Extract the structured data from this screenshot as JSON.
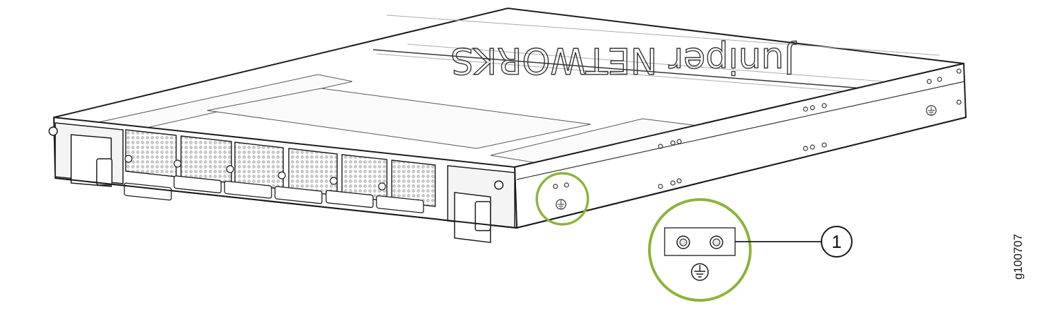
{
  "figure": {
    "id": "g100707",
    "brand_logo": "Juniper NETWORKS",
    "callouts": [
      {
        "number": "1",
        "target": "grounding point (two-hole lug)"
      }
    ]
  },
  "colors": {
    "outline": "#1a1a1a",
    "chassis_fill": "#ffffff",
    "grid_fill": "#d9d9d9",
    "highlight_ring": "#8db33a",
    "panel_fill": "#f4f4f4"
  },
  "icons": [
    "ground-symbol-icon",
    "screw-icon",
    "power-supply-icon",
    "fan-module-icon"
  ]
}
